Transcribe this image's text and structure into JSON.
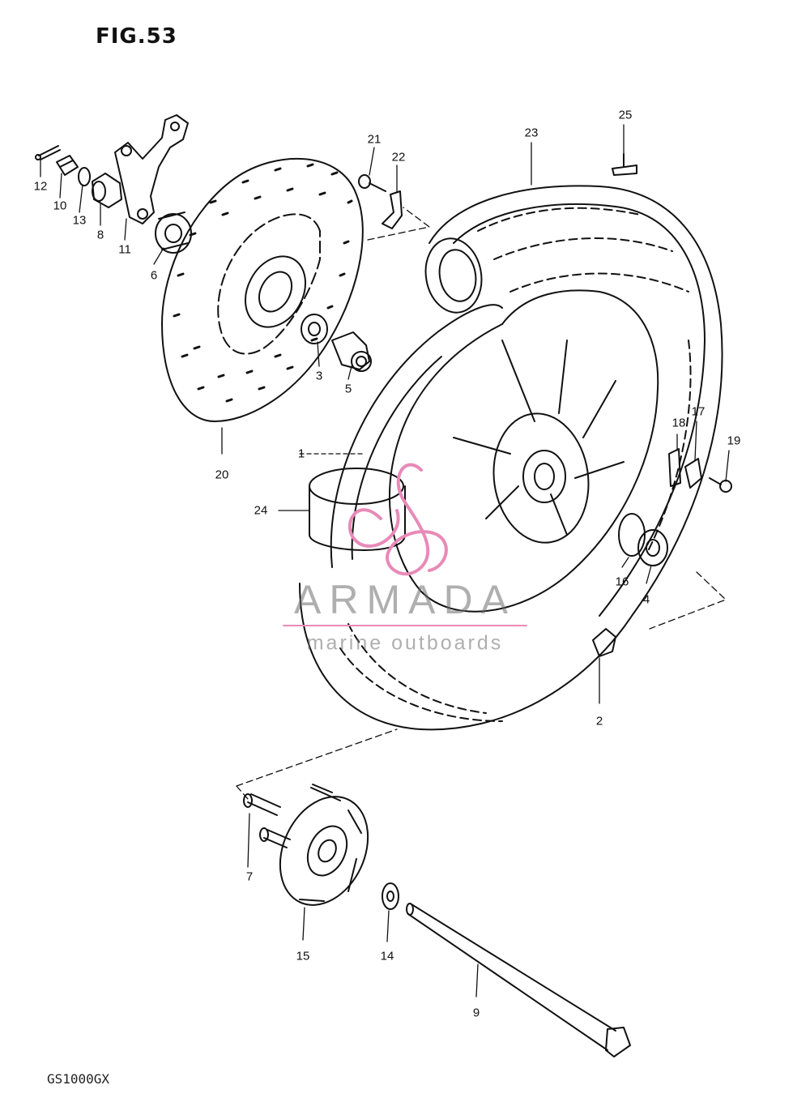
{
  "figure": {
    "title": "FIG.53",
    "model_code": "GS1000GX"
  },
  "callouts": [
    {
      "id": "c12",
      "label": "12"
    },
    {
      "id": "c10",
      "label": "10"
    },
    {
      "id": "c13",
      "label": "13"
    },
    {
      "id": "c8",
      "label": "8"
    },
    {
      "id": "c11",
      "label": "11"
    },
    {
      "id": "c6",
      "label": "6"
    },
    {
      "id": "c21",
      "label": "21"
    },
    {
      "id": "c22",
      "label": "22"
    },
    {
      "id": "c23",
      "label": "23"
    },
    {
      "id": "c25",
      "label": "25"
    },
    {
      "id": "c3",
      "label": "3"
    },
    {
      "id": "c5",
      "label": "5"
    },
    {
      "id": "c20",
      "label": "20"
    },
    {
      "id": "c1",
      "label": "1"
    },
    {
      "id": "c24",
      "label": "24"
    },
    {
      "id": "c18",
      "label": "18"
    },
    {
      "id": "c17",
      "label": "17"
    },
    {
      "id": "c19",
      "label": "19"
    },
    {
      "id": "c16",
      "label": "16"
    },
    {
      "id": "c4",
      "label": "4"
    },
    {
      "id": "c2",
      "label": "2"
    },
    {
      "id": "c7",
      "label": "7"
    },
    {
      "id": "c15",
      "label": "15"
    },
    {
      "id": "c14",
      "label": "14"
    },
    {
      "id": "c9",
      "label": "9"
    }
  ],
  "watermark": {
    "name": "ARMADA",
    "tagline": "marine outboards",
    "accent_color": "#e88ab8"
  },
  "colors": {
    "ink": "#111111",
    "background": "#ffffff"
  }
}
